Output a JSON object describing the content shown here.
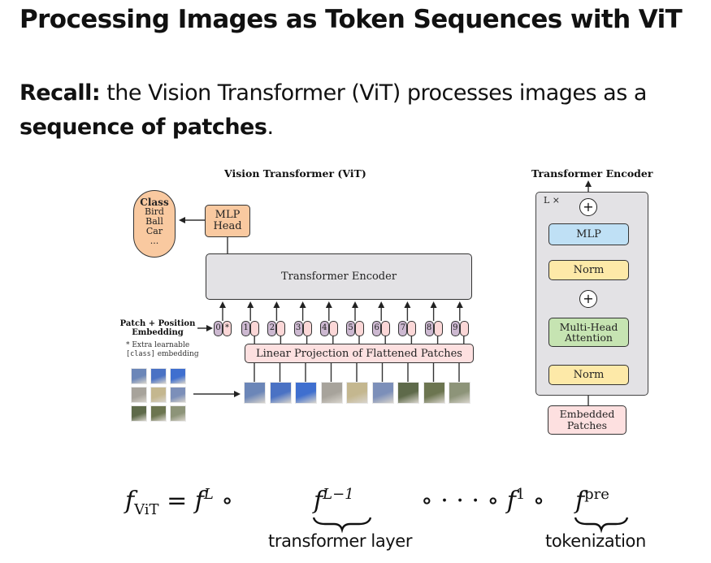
{
  "slide": {
    "title": "Processing Images as Token Sequences with ViT",
    "recall_bold": "Recall:",
    "recall_text": " the Vision Transformer (ViT) processes images as a ",
    "recall_bold2": "sequence of patches",
    "recall_end": "."
  },
  "figure_vit": {
    "title": "Vision Transformer (ViT)",
    "class_box": {
      "heading": "Class",
      "items": [
        "Bird",
        "Ball",
        "Car",
        "..."
      ]
    },
    "mlp_head": {
      "line1": "MLP",
      "line2": "Head"
    },
    "encoder_label": "Transformer Encoder",
    "patch_position_label": {
      "line1": "Patch + Position",
      "line2": "Embedding"
    },
    "extra_note": {
      "line1": "* Extra learnable",
      "mono": "[class]",
      "line2": " embedding"
    },
    "linear_projection_label": "Linear Projection of Flattened Patches",
    "position_tokens": [
      "0",
      "1",
      "2",
      "3",
      "4",
      "5",
      "6",
      "7",
      "8",
      "9"
    ],
    "class_token_marker": "*",
    "patch_count": 9,
    "patch_colors": [
      "#6b86b8",
      "#4a72c4",
      "#3f6fcf",
      "#a7a39b",
      "#c4b78f",
      "#7c8fb9",
      "#5e6a4a",
      "#6c7550",
      "#8d9479"
    ]
  },
  "figure_encoder": {
    "title": "Transformer Encoder",
    "repeat_label": "L ×",
    "plus_symbol": "+",
    "mlp": "MLP",
    "norm_top": "Norm",
    "mha_line1": "Multi-Head",
    "mha_line2": "Attention",
    "norm_bottom": "Norm",
    "embedded_line1": "Embedded",
    "embedded_line2": "Patches"
  },
  "formula": {
    "lhs": "f",
    "lhs_sub": "ViT",
    "eq": " = ",
    "fL": "f",
    "fL_sup": "L",
    "compose": " ∘",
    "fL1": "f",
    "fL1_sup": "L−1",
    "middle": "∘ · · · ∘ ",
    "f1": "f",
    "f1_sup": "1",
    "compose2": " ∘",
    "fpre": "f",
    "fpre_sup": "pre",
    "brace1_label": "transformer layer",
    "brace2_label": "tokenization"
  }
}
